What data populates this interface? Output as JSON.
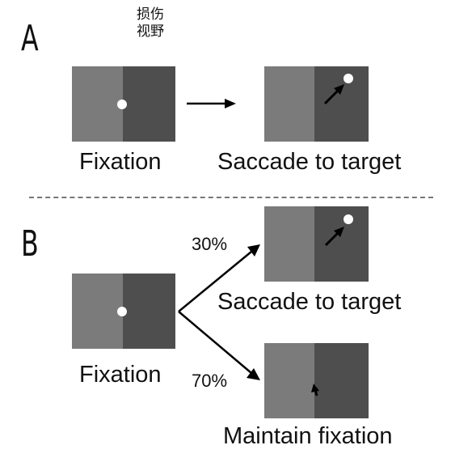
{
  "panels": {
    "a": {
      "letter": "A",
      "lesion_label_line1": "损伤",
      "lesion_label_line2": "视野",
      "fixation_caption": "Fixation",
      "saccade_caption": "Saccade to target"
    },
    "b": {
      "letter": "B",
      "fixation_caption": "Fixation",
      "saccade_caption": "Saccade to target",
      "saccade_percent": "30%",
      "maintain_percent": "70%",
      "maintain_caption": "Maintain fixation"
    }
  },
  "colors": {
    "screen_left": "#7b7b7b",
    "screen_right": "#4e4e4e",
    "dot": "#ffffff",
    "arrow": "#000000"
  }
}
